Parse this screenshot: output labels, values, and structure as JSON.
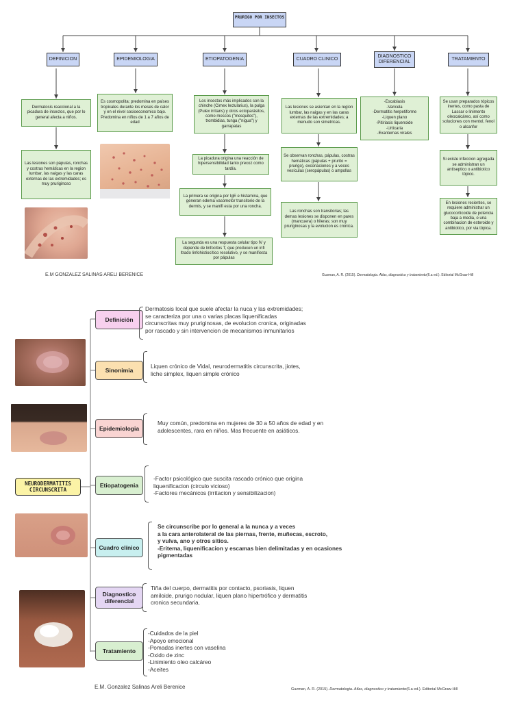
{
  "top": {
    "root_title": "PRURIGO POR INSECTOS",
    "headers": {
      "definicion": "DEFINICION",
      "epidemiologia": "EPIDEMIOLOGIA",
      "etiopatogenia": "ETIOPATOGENIA",
      "cuadro": "CUADRO CLINICO",
      "diagnostico": "DIAGNOSTICO DIFERENCIAL",
      "tratamiento": "TRATAMIENTO"
    },
    "definicion_1": "Dermatosis reaccional a la picadura de insectos, que por lo general afecta a niños.",
    "definicion_2": "Las lesiones son pápulas, ronchas y costras hemáticas en la region lumbar, las naigas y las caras externas de las extremidades; es muy pruriginoso",
    "epidemiologia_1": "Es cosmopolita; predomina en países tropicales durante los meses de calor y en el nivel socioeconomico bajo. Predomina en niños de 1 a 7 años de edad",
    "etio_1": "Los insectos más implicados son la chinche (Cimex lectularius), la pulga (Pulex irritans) y otros ectoparásitos, como moscos (\"mosquitos\"), trombidias, tunga (\"nigua\") y garrapatas",
    "etio_2": "La picadura origina una reacción de hipersensibilidad tanto precoz como tardía.",
    "etio_3": "La primera se origina por IgE e histamina, que generan edema vasomotor transitorio de la dermis, y se manifi esta por una roncha.",
    "etio_4": "La segunda es una respuesta celular tipo IV y depende de linfocitos T, que producen un infi ltrado linfohistiocítico resolutivo, y se manifiesta por pápulas",
    "cuadro_1": "Las lesiones se asientan en la region lumbar, las naigas y en las caras externas de las extremidades; a menudo son simetricas.",
    "cuadro_2": "Se observan ronchas, pápulas, costras hemáticas (pápulas + prurito = prurigo), excoriaciones y a veces vesículas (seropápulas) o ampollas",
    "cuadro_3": "Las ronchas son transitorias; las demas lesiones se disponen en pares (mancuera) o hileras; son muy pruriginosas y la evolucion es cronica.",
    "diagnostico_1": "-Escabiasis\n-Varicela\n-Dermatitis herpetiforme\n-Liquen plano\n-Pitiriasis liquenoide\n-Urticaria\n-Exantemas virales",
    "trat_1": "Se usan preparados tópicos inertes, como pasta de Lassar o linimento oleocalcáreo, así como soluciones con mentol, fenol o alcanfor",
    "trat_2": "Si existe infeccion agregada se administran un antiseptico o antibiotico tópico.",
    "trat_3": "En lesiones recientes, se requiere administrar un glucocorticoide de potencia baja a media, o una combinacion de esteroide y antibiotico, por via tópica.",
    "author": "E.M GONZALEZ SALINAS ARELI BERENICE",
    "citation_pre": "Guzman, A. R. (2015).",
    "citation_title": "Dermatologia. Atlas, diagnostico y tratamiento",
    "citation_post": "(6.a ed.). Editorial McGraw-Hill"
  },
  "bottom": {
    "center_title": "NEURODERMATITIS CIRCUNSCRITA",
    "sections": [
      {
        "label": "Definición",
        "color": "#f7d0ee",
        "text": "Dermatosis local que suele afectar la nuca y las extremidades; se caracteriza por una o varias placas liquenificadas circunscritas muy pruriginosas, de evolucion cronica, originadas por rascado y sin intervencion de mecanismos inmunitarios"
      },
      {
        "label": "Sinonimia",
        "color": "#fbe0b0",
        "text": "Liquen crónico de Vidal, neurodermatitis circunscrita, jiotes, liche simplex, liquen simple crónico"
      },
      {
        "label": "Epidemiologia",
        "color": "#f9d4d2",
        "text": "Muy común, predomina en mujeres de 30 a 50 años de edad y en adolescentes, rara en niños. Mas frecuente en asiáticos."
      },
      {
        "label": "Etiopatogenia",
        "color": "#d8efd0",
        "text": "-Factor psicológico que suscita rascado crónico que origina liquenificacion (circulo vicioso)\n-Factores mecánicos (irritacion y sensibilizacion)"
      },
      {
        "label": "Cuadro clínico",
        "color": "#c8efef",
        "text": "Se circunscribe por lo general a la nunca y a veces\na la cara anterolateral de las piernas, frente, muñecas, escroto,\ny vulva, ano y otros sitios.\n-Eritema, liquenificacion y escamas bien delimitadas y en ocasiones pigmentadas"
      },
      {
        "label": "Diagnostico diferencial",
        "color": "#e4d6f3",
        "text": "Tiña del cuerpo, dermatitis por contacto, psoriasis, liquen amiloide, prurigo nodular, liquen plano hipertrófico y dermatitis cronica secundaria."
      },
      {
        "label": "Tratamiento",
        "color": "#d8efd0",
        "text": "-Cuidados de la piel\n-Apoyo emocional\n-Pomadas inertes con vaselina\n-Oxido de zinc\n-Linimiento oleo calcáreo\n-Aceites"
      }
    ],
    "author": "E.M. Gonzalez Salinas Areli Berenice",
    "citation_pre": "Guzman, A. R. (2015).",
    "citation_title": "Dermatologia. Atlas, diagnostico y tratamiento",
    "citation_post": "(6.a ed.). Editorial McGraw-Hill"
  }
}
